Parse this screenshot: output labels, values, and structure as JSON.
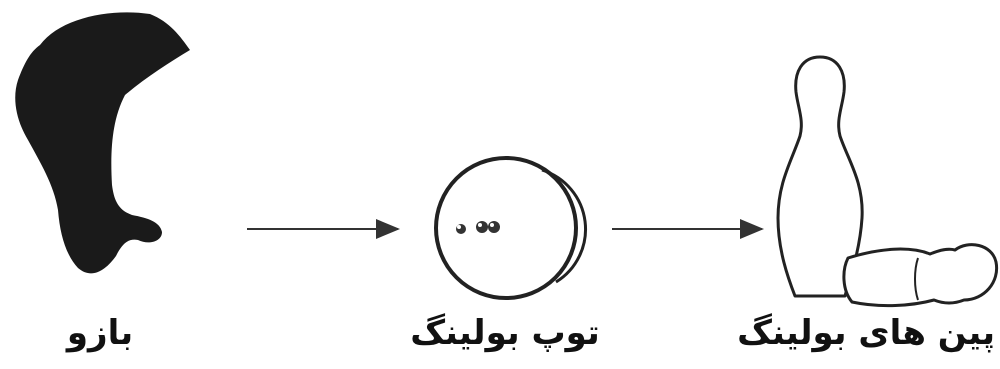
{
  "diagram": {
    "nodes": [
      {
        "id": "arm",
        "label": "بازو",
        "icon": "arm-icon"
      },
      {
        "id": "ball",
        "label": "توپ بولینگ",
        "icon": "bowling-ball-icon"
      },
      {
        "id": "pins",
        "label": "پین های بولینگ",
        "icon": "bowling-pins-icon"
      }
    ],
    "edges": [
      {
        "from": "arm",
        "to": "ball"
      },
      {
        "from": "ball",
        "to": "pins"
      }
    ]
  },
  "colors": {
    "silhouette": "#1a1a1a",
    "outline": "#222222",
    "arrow": "#333333",
    "background": "#ffffff"
  }
}
